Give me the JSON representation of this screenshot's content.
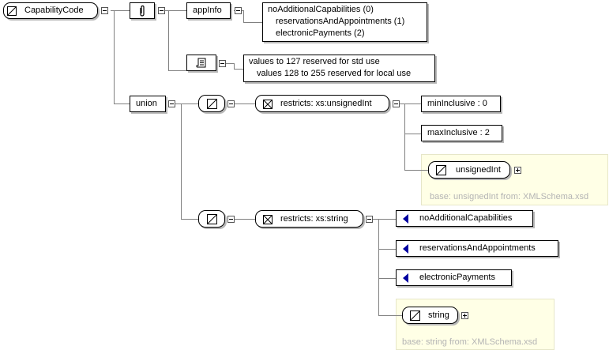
{
  "root": {
    "name": "CapabilityCode"
  },
  "annotation": {
    "appinfo_label": "appInfo",
    "appinfo_lines": [
      "noAdditionalCapabilities (0)",
      "reservationsAndAppointments (1)",
      "electronicPayments (2)"
    ],
    "doc_lines": [
      "values to 127 reserved for std use",
      "values 128 to 255 reserved for local use"
    ]
  },
  "union": {
    "label": "union",
    "members": [
      {
        "restricts": "restricts: xs:unsignedInt",
        "facets": [
          "minInclusive : 0",
          "maxInclusive : 2"
        ],
        "base_type": "unsignedInt",
        "base_note": "base: unsignedInt from: XMLSchema.xsd"
      },
      {
        "restricts": "restricts: xs:string",
        "enumerations": [
          "noAdditionalCapabilities",
          "reservationsAndAppointments",
          "electronicPayments"
        ],
        "base_type": "string",
        "base_note": "base: string from: XMLSchema.xsd"
      }
    ]
  },
  "colors": {
    "enum_marker": "#0000a0",
    "base_region": "#ffffe6",
    "connector": "#808080"
  }
}
